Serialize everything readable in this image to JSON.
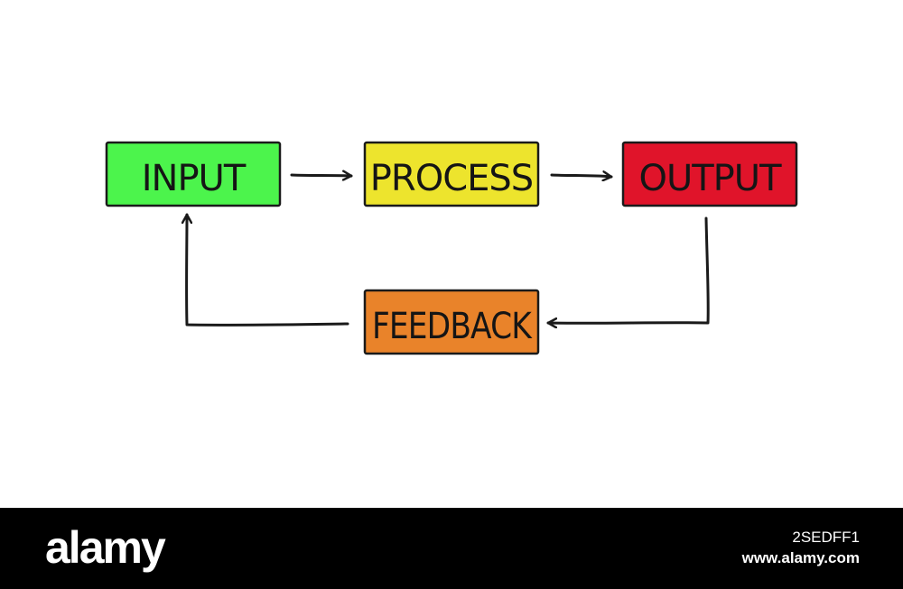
{
  "diagram": {
    "nodes": [
      {
        "id": "input",
        "label": "INPUT",
        "color": "#4cf44c"
      },
      {
        "id": "process",
        "label": "PROCESS",
        "color": "#ede42d"
      },
      {
        "id": "output",
        "label": "OUTPUT",
        "color": "#e0142a"
      },
      {
        "id": "feedback",
        "label": "FEEDBACK",
        "color": "#e9832a"
      }
    ],
    "edges": [
      {
        "from": "input",
        "to": "process"
      },
      {
        "from": "process",
        "to": "output"
      },
      {
        "from": "output",
        "to": "feedback"
      },
      {
        "from": "feedback",
        "to": "input"
      }
    ],
    "line_color": "#1a1a1a"
  },
  "watermark": {
    "brand": "alamy",
    "image_id": "2SEDFF1",
    "url": "www.alamy.com"
  }
}
